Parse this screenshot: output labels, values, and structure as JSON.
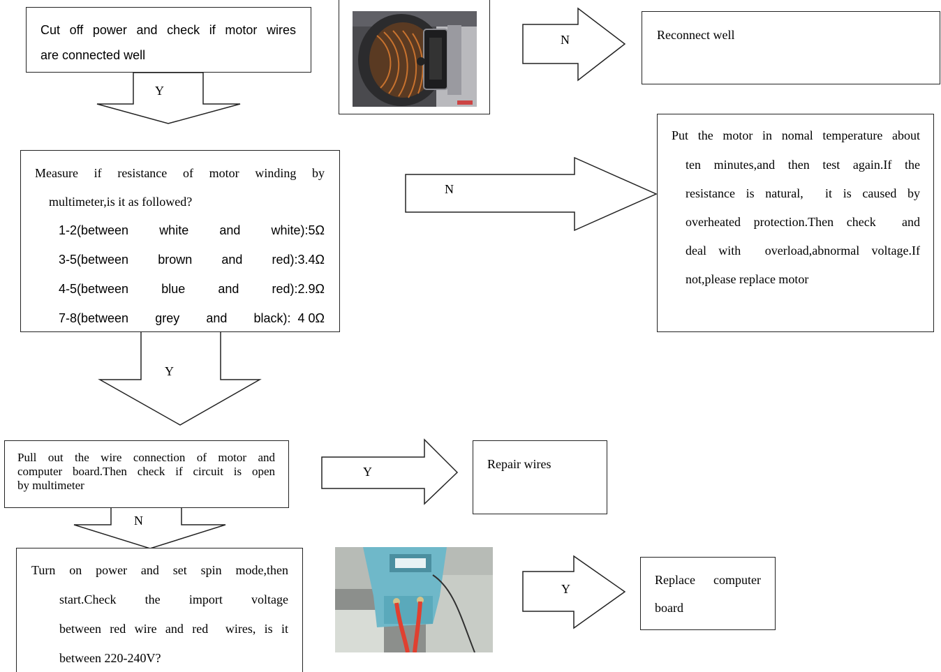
{
  "steps": {
    "check_wires": {
      "line1": "Cut off power and check if motor wires",
      "line2": "are connected well",
      "yes_label": "Y",
      "no_label": "N"
    },
    "reconnect": {
      "text": "Reconnect well"
    },
    "measure": {
      "line1": "Measure if resistance of motor winding by",
      "line2": "multimeter,is it as followed?",
      "rows": [
        [
          "1-2(between",
          "white",
          "and",
          "white):5Ω"
        ],
        [
          "3-5(between",
          "brown",
          "and",
          "red):3.4Ω"
        ],
        [
          "4-5(between",
          "blue",
          "and",
          "red):2.9Ω"
        ],
        [
          "7-8(between",
          "grey",
          "and",
          "black):  4 0Ω"
        ]
      ],
      "yes_label": "Y",
      "no_label": "N"
    },
    "overheat": {
      "lines": [
        "Put the motor in nomal temperature about",
        "ten minutes,and then test again.If the",
        "resistance is natural,  it is caused by",
        "overheated protection.Then check  and",
        "deal with  overload,abnormal voltage.If",
        "not,please replace motor"
      ]
    },
    "pull_wire": {
      "lines": [
        "Pull out the wire connection of motor and",
        "computer board.Then check if circuit is open",
        "by multimeter"
      ],
      "yes_label": "Y",
      "no_label": "N"
    },
    "repair": {
      "text": "Repair wires"
    },
    "turn_on": {
      "lines": [
        "Turn on power and set spin mode,then",
        "start.Check  the  import  voltage",
        "between red wire and red  wires, is it",
        "between 220-240V?"
      ],
      "yes_label": "Y"
    },
    "replace_board": {
      "line1": "Replace  computer",
      "line2": "board"
    }
  },
  "photos": [
    {
      "name": "motor-connector-photo"
    },
    {
      "name": "voltage-test-photo"
    }
  ]
}
